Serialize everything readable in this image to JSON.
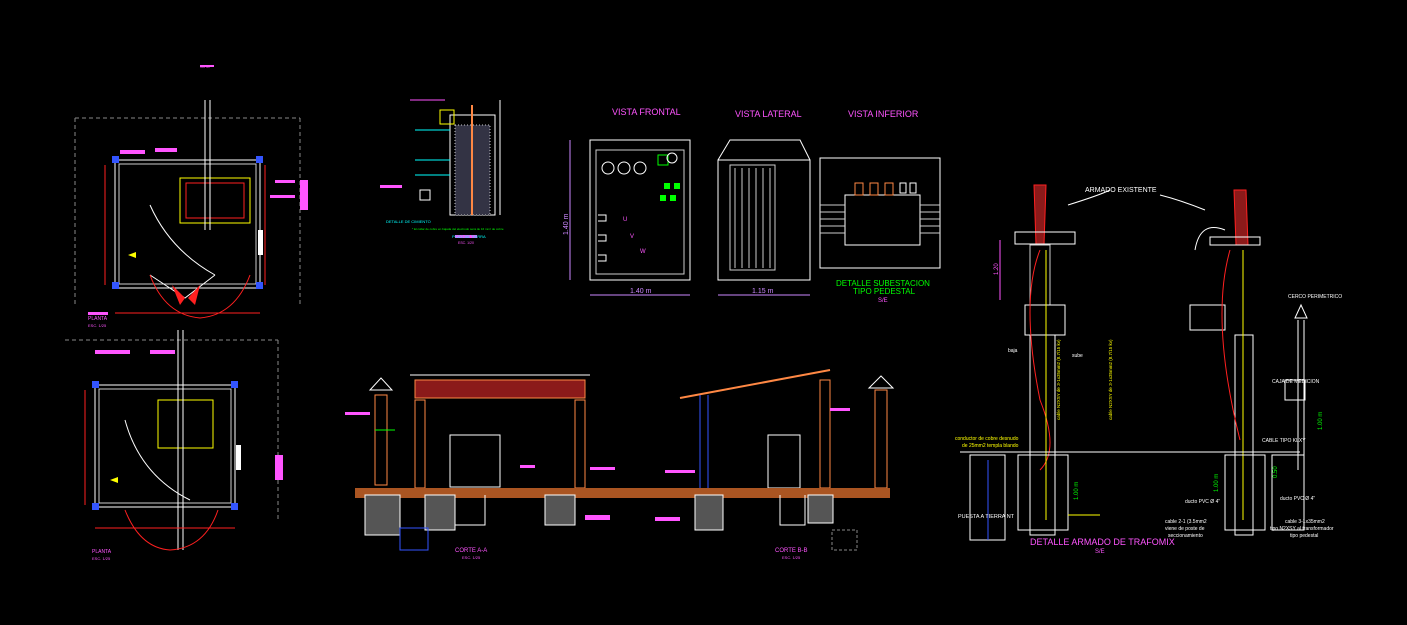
{
  "colors": {
    "background": "#000000",
    "white": "#ffffff",
    "magenta": "#ff55ff",
    "purple": "#cc88ff",
    "cyan": "#00ffff",
    "red": "#ff2020",
    "yellow": "#ffff00",
    "green": "#00ff00",
    "blue": "#3355ff",
    "orange": "#ff8844",
    "brown": "#aa5522",
    "gray": "#888888"
  },
  "labels": {
    "vista_frontal": "VISTA FRONTAL",
    "vista_lateral": "VISTA LATERAL",
    "vista_inferior": "VISTA INFERIOR",
    "dim_height_front": "1.40 m",
    "dim_width_front": "1.40 m",
    "dim_width_lateral": "1.15 m",
    "detalle_subestacion_1": "DETALLE SUBESTACION",
    "detalle_subestacion_2": "TIPO PEDESTAL",
    "detalle_subestacion_se": "S/E",
    "armado_existente": "ARMADO EXISTENTE",
    "detalle_armado": "DETALLE ARMADO  DE TRAFOMIX",
    "detalle_armado_se": "S/E",
    "puesta_a_tierra": "PUESTA A TIERRA NT",
    "conductor_cobre": "conductor de cobre desnudo",
    "conductor_cobre_2": "de 25mm2 templa blando",
    "cerco_perimetrico": "CERCO PERIMETRICO",
    "caja_medicion": "CAJA DE MEDICION",
    "cable_tipo": "CABLE TIPO KLXY",
    "ducto_pvc_1": "ducto PVC Ø 4\"",
    "ducto_pvc_2": "ducto PVC Ø 4\"",
    "cable_2": "cable 2-1 (3.5mm2",
    "cable_2b": "viene de poste de",
    "cable_2c": "seccionamiento",
    "cable_3": "cable 3-1x35mm2",
    "cable_3b": "tipo N2XSY al transformador",
    "cable_3c": "tipo pedestal",
    "dim_100a": "1.00 m",
    "dim_100b": "1.00 m",
    "dim_100c": "1.00 m",
    "dim_120": "1.20",
    "dim_050": "0.50",
    "baja": "baja",
    "sube": "sube",
    "corte_aa": "CORTE A-A",
    "corte_bb": "CORTE B-B",
    "esc_aa": "ESC. 1/25",
    "esc_bb": "ESC. 1/25",
    "planta_1": "PLANTA",
    "planta_1_esc": "ESC. 1/25",
    "planta_2": "PLANTA",
    "planta_2_esc": "ESC. 1/25",
    "detalle_de_cimiento": "DETALLE DE CIMIENTO",
    "pozo_de_tierra": "POZO DE TIERRA",
    "pozo_esc": "ESC. 1/20",
    "note_pozo": "* El collar de cobre en bajada del electrodo será de 16 mm² de cobre",
    "top_note": "NOTA",
    "meter_u": "U",
    "meter_v": "V",
    "meter_w": "W",
    "cable_vert_1": "cable N2XSY de 3-1x35mm2 (8.7/15 kv)",
    "cable_vert_2": "cable N2XSY de 3-1x35mm2 (8.7/15 kv)"
  }
}
